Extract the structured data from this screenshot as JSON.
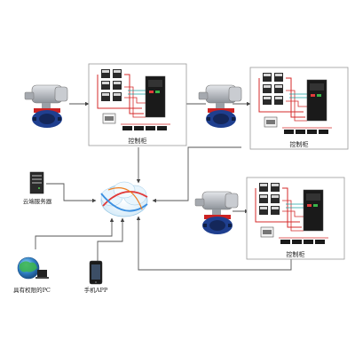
{
  "labels": {
    "cabinet_1": "控制柜",
    "cabinet_2": "控制柜",
    "cabinet_3": "控制柜",
    "cloud_server": "云端服务器",
    "authorized_pc": "具有权限的PC",
    "mobile_app": "手机APP"
  },
  "colors": {
    "line": "#555555",
    "arrow": "#444444",
    "valve_body": "#1f3f8f",
    "actuator": "#b8bcc2",
    "wire_red": "#d42a2a",
    "wire_teal": "#1aa3a3",
    "cabinet_border": "#999999"
  },
  "icons": {
    "valve": "motorized-valve-icon",
    "cabinet": "control-cabinet-icon",
    "server": "server-icon",
    "cloud": "cloud-icon",
    "pc": "globe-pc-icon",
    "phone": "smartphone-icon"
  }
}
